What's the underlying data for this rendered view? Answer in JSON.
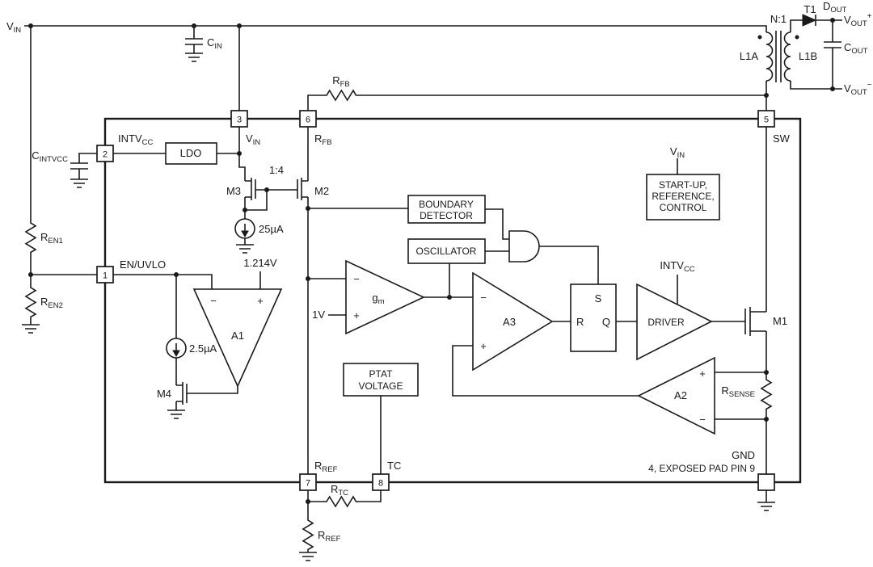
{
  "colors": {
    "ink": "#1a1a1a",
    "background": "#ffffff"
  },
  "top_rail": {
    "vin": {
      "base": "V",
      "sub": "IN"
    },
    "cin": {
      "base": "C",
      "sub": "IN"
    }
  },
  "transformer": {
    "name": "T1",
    "ratio": "N:1",
    "primary": "L1A",
    "secondary": "L1B"
  },
  "output": {
    "dout": {
      "base": "D",
      "sub": "OUT"
    },
    "vout_plus": {
      "base": "V",
      "sub": "OUT",
      "sup": "+"
    },
    "cout": {
      "base": "C",
      "sub": "OUT"
    },
    "vout_minus": {
      "base": "V",
      "sub": "OUT",
      "sup": "−"
    }
  },
  "left": {
    "cintvcc": {
      "base": "C",
      "sub": "INTVCC"
    },
    "ren1": {
      "base": "R",
      "sub": "EN1"
    },
    "ren2": {
      "base": "R",
      "sub": "EN2"
    }
  },
  "feedback": {
    "rfb": {
      "base": "R",
      "sub": "FB"
    }
  },
  "bottom": {
    "rtc": {
      "base": "R",
      "sub": "TC"
    },
    "rref": {
      "base": "R",
      "sub": "REF"
    }
  },
  "pins": {
    "p3": {
      "num": "3",
      "name": {
        "base": "V",
        "sub": "IN"
      }
    },
    "p6": {
      "num": "6",
      "name": {
        "base": "R",
        "sub": "FB"
      }
    },
    "p5": {
      "num": "5",
      "name": "SW"
    },
    "p2": {
      "num": "2",
      "name": {
        "base": "INTV",
        "sub": "CC"
      }
    },
    "p1": {
      "num": "1",
      "name": "EN/UVLO"
    },
    "p7": {
      "num": "7",
      "name": {
        "base": "R",
        "sub": "REF"
      }
    },
    "p8": {
      "num": "8",
      "name": "TC"
    },
    "gnd": {
      "name": "GND",
      "note": "4, EXPOSED PAD PIN 9"
    }
  },
  "blocks": {
    "ldo": "LDO",
    "boundary": {
      "line1": "BOUNDARY",
      "line2": "DETECTOR"
    },
    "oscillator": "OSCILLATOR",
    "startup": {
      "supply": {
        "base": "V",
        "sub": "IN"
      },
      "line1": "START-UP,",
      "line2": "REFERENCE,",
      "line3": "CONTROL"
    },
    "ptat": {
      "line1": "PTAT",
      "line2": "VOLTAGE"
    },
    "driver": {
      "label": "DRIVER",
      "supply": {
        "base": "INTV",
        "sub": "CC"
      }
    },
    "latch": {
      "s": "S",
      "r": "R",
      "q": "Q"
    }
  },
  "amplifiers": {
    "a1": {
      "label": "A1",
      "minus": "−",
      "plus": "+",
      "ref": "1.214V"
    },
    "gm": {
      "label": {
        "base": "g",
        "sub": "m"
      },
      "minus": "−",
      "plus": "+",
      "ref": "1V"
    },
    "a3": {
      "label": "A3",
      "minus": "−",
      "plus": "+"
    },
    "a2": {
      "label": "A2",
      "minus": "−",
      "plus": "+"
    }
  },
  "mosfets": {
    "m1": "M1",
    "m2": "M2",
    "m3": "M3",
    "m4": "M4",
    "mirror_ratio": "1:4"
  },
  "currents": {
    "bias25": "25µA",
    "bias2p5": "2.5µA"
  },
  "sense": {
    "rsense": {
      "base": "R",
      "sub": "SENSE"
    }
  }
}
